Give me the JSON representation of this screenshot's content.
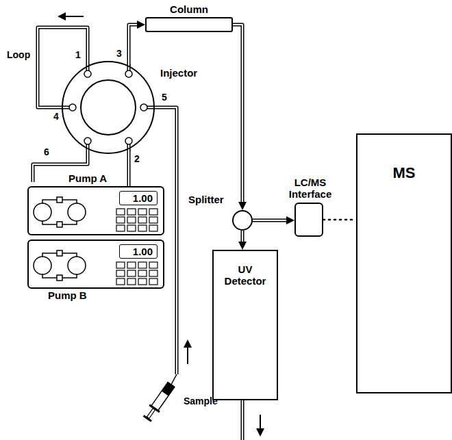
{
  "diagram": {
    "nodes": [
      {
        "text": [
          "Column"
        ]
      },
      {
        "text": [
          "Injector"
        ]
      },
      {
        "text": [
          "Splitter"
        ]
      },
      {
        "text": [
          "LC/MS Interface"
        ]
      },
      {
        "text": [
          "MS"
        ]
      },
      {
        "text": [
          "UV Detector"
        ]
      },
      {
        "text": [
          "Pump A",
          "1.00"
        ]
      },
      {
        "text": [
          "1.00",
          "Pump B"
        ]
      }
    ],
    "edges": [
      {
        "from": 6,
        "to": 1,
        "arrow": "none"
      },
      {
        "from": 1,
        "to": 0,
        "arrow": "to"
      },
      {
        "from": 0,
        "to": 2,
        "arrow": "to"
      },
      {
        "from": 2,
        "to": 3,
        "arrow": "to"
      },
      {
        "from": 2,
        "to": 5,
        "arrow": "to"
      },
      {
        "from": 3,
        "to": 4,
        "arrow": "none"
      }
    ],
    "labels": [
      "Loop",
      "1",
      "3",
      "4",
      "5",
      "6",
      "2",
      "Sample"
    ]
  }
}
